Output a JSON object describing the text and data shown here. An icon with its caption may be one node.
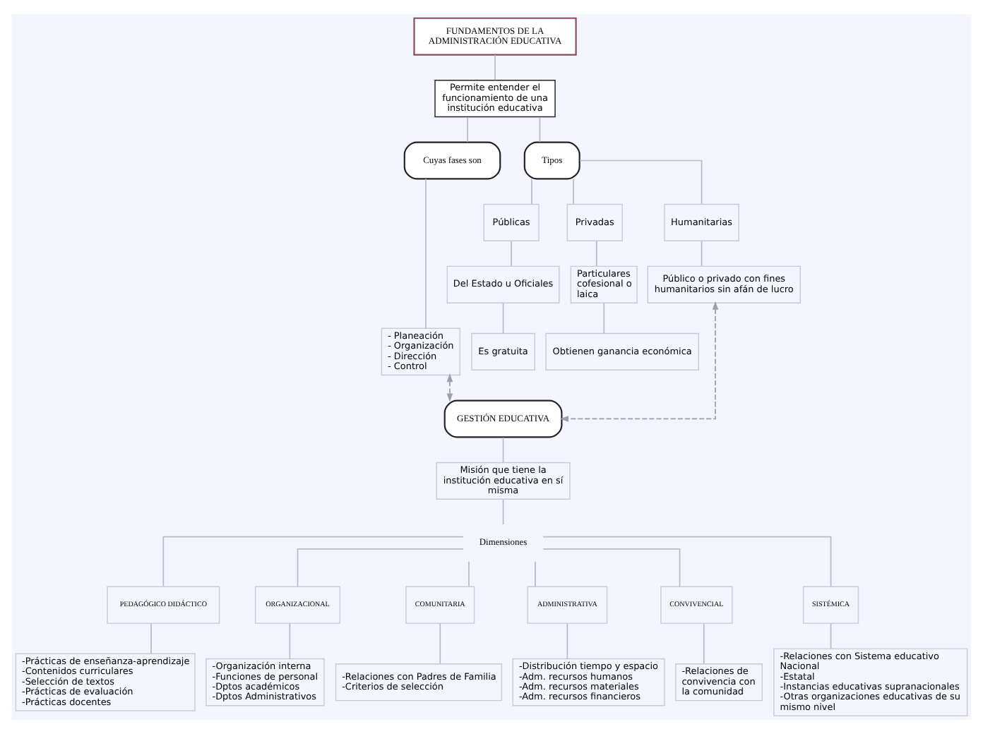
{
  "diagram": {
    "nodes": [
      {
        "text": [
          "FUNDAMENTOS DE LA ADMINISTRACIÓN EDUCATIVA"
        ]
      },
      {
        "text": [
          "Permite entender el funcionamiento de una institución educativa"
        ]
      },
      {
        "text": [
          "Cuyas fases son"
        ]
      },
      {
        "text": [
          "Tipos"
        ]
      },
      {
        "text": [
          "- Planeación - Organización - Dirección - Control"
        ]
      },
      {
        "text": [
          "Públicas"
        ]
      },
      {
        "text": [
          "Privadas"
        ]
      },
      {
        "text": [
          "Humanitarias"
        ]
      },
      {
        "text": [
          "Del Estado u Oficiales"
        ]
      },
      {
        "text": [
          "Particulares cofesional o laica"
        ]
      },
      {
        "text": [
          "Público o privado con fines humanitarios sin afán de lucro"
        ]
      },
      {
        "text": [
          "Es gratuita"
        ]
      },
      {
        "text": [
          "Obtienen ganancia económica"
        ]
      },
      {
        "text": [
          "GESTIÓN EDUCATIVA"
        ]
      },
      {
        "text": [
          "Misión que tiene la institución educativa en sí misma"
        ]
      },
      {
        "text": [
          "Dimensiones"
        ]
      },
      {
        "text": [
          "PEDAGÓGICO DIDÁCTICO"
        ]
      },
      {
        "text": [
          "ORGANIZACIONAL"
        ]
      },
      {
        "text": [
          "COMUNITARIA"
        ]
      },
      {
        "text": [
          "ADMINISTRATIVA"
        ]
      },
      {
        "text": [
          "CONVIVENCIAL"
        ]
      },
      {
        "text": [
          "SISTÉMICA"
        ]
      },
      {
        "text": [
          "-Prácticas de enseñanza-aprendizaje -Contenidos curriculares -Selección de textos -Prácticas de evaluación -Prácticas docentes"
        ]
      },
      {
        "text": [
          "-Organización interna -Funciones de personal -Dptos académicos -Dptos Administrativos"
        ]
      },
      {
        "text": [
          "-Relaciones con Padres de Familia -Criterios de selección"
        ]
      },
      {
        "text": [
          "-Distribución tiempo y espacio -Adm. recursos humanos -Adm. recursos materiales -Adm. recursos financieros"
        ]
      },
      {
        "text": [
          "-Relaciones de convivencia con la comunidad"
        ]
      },
      {
        "text": [
          "-Relaciones con Sistema educativo Nacional -Estatal -Instancias educativas supranacionales -Otras organizaciones educativas de su mismo nivel"
        ]
      }
    ],
    "edges": [
      {
        "from": 0,
        "to": 1,
        "arrow": "none"
      },
      {
        "from": 1,
        "to": 2,
        "arrow": "none"
      },
      {
        "from": 1,
        "to": 3,
        "arrow": "none"
      },
      {
        "from": 2,
        "to": 4,
        "arrow": "none"
      },
      {
        "from": 3,
        "to": 5,
        "arrow": "none"
      },
      {
        "from": 3,
        "to": 6,
        "arrow": "none"
      },
      {
        "from": 3,
        "to": 7,
        "arrow": "none"
      },
      {
        "from": 5,
        "to": 8,
        "arrow": "none"
      },
      {
        "from": 8,
        "to": 11,
        "arrow": "none"
      },
      {
        "from": 6,
        "to": 9,
        "arrow": "none"
      },
      {
        "from": 9,
        "to": 12,
        "arrow": "none"
      },
      {
        "from": 7,
        "to": 10,
        "arrow": "none"
      },
      {
        "from": 4,
        "to": 13,
        "arrow": "both",
        "style": "dashed"
      },
      {
        "from": 10,
        "to": 13,
        "arrow": "both",
        "style": "dashed"
      },
      {
        "from": 13,
        "to": 14,
        "arrow": "none"
      },
      {
        "from": 14,
        "to": 15,
        "arrow": "none"
      },
      {
        "from": 15,
        "to": 16,
        "arrow": "none"
      },
      {
        "from": 15,
        "to": 17,
        "arrow": "none"
      },
      {
        "from": 15,
        "to": 18,
        "arrow": "none"
      },
      {
        "from": 15,
        "to": 19,
        "arrow": "none"
      },
      {
        "from": 15,
        "to": 20,
        "arrow": "none"
      },
      {
        "from": 15,
        "to": 21,
        "arrow": "none"
      },
      {
        "from": 16,
        "to": 22,
        "arrow": "none"
      },
      {
        "from": 17,
        "to": 23,
        "arrow": "none"
      },
      {
        "from": 18,
        "to": 24,
        "arrow": "none"
      },
      {
        "from": 19,
        "to": 25,
        "arrow": "none"
      },
      {
        "from": 20,
        "to": 26,
        "arrow": "none"
      },
      {
        "from": 21,
        "to": 27,
        "arrow": "none"
      }
    ]
  }
}
